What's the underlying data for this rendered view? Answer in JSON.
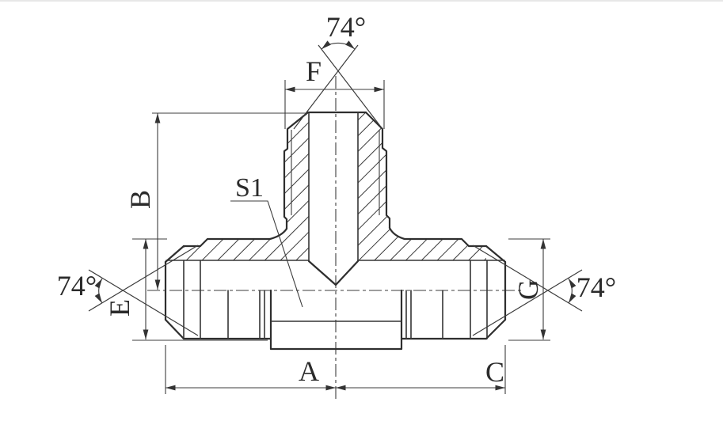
{
  "page": {
    "background": "#ffffff",
    "line_color": "#2e2e2e"
  },
  "drawing": {
    "labels": {
      "angle_top": "74°",
      "angle_left": "74°",
      "angle_right": "74°",
      "f": "F",
      "b": "B",
      "e": "E",
      "g": "G",
      "s1": "S1",
      "a": "A",
      "c": "C"
    }
  }
}
